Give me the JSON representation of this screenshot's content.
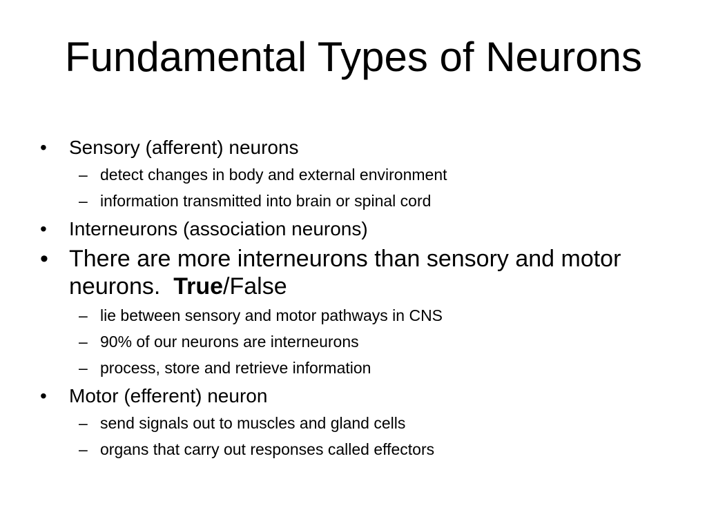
{
  "slide": {
    "title": "Fundamental Types of Neurons",
    "bullet_glyph": "•",
    "dash_glyph": "–",
    "sensory": {
      "label": "Sensory (afferent) neurons",
      "sub": [
        "detect changes in body and external environment",
        "information transmitted into brain or spinal cord"
      ]
    },
    "interneurons": {
      "label": "Interneurons (association neurons)"
    },
    "question": {
      "text_before": "There are more interneurons than sensory and motor neurons.",
      "true_word": "True",
      "text_after": "/False",
      "sub": [
        "lie between sensory and motor pathways in CNS",
        "90% of our neurons are interneurons",
        "process, store and retrieve information"
      ]
    },
    "motor": {
      "label": "Motor (efferent) neuron",
      "sub": [
        "send signals out to muscles and gland cells",
        "organs that carry out responses called effectors"
      ]
    }
  }
}
